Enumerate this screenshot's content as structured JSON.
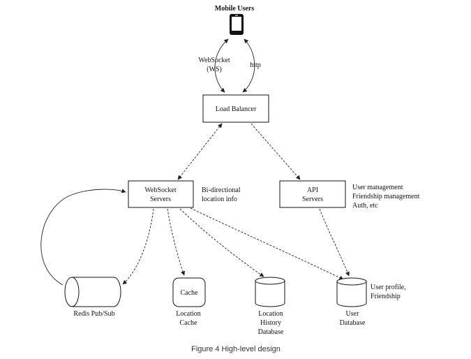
{
  "diagram": {
    "nodes": {
      "mobile_users": {
        "label": "Mobile Users"
      },
      "load_balancer": {
        "label": "Load Balancer"
      },
      "websocket_servers": {
        "line1": "WebSocket",
        "line2": "Servers"
      },
      "api_servers": {
        "line1": "API",
        "line2": "Servers"
      },
      "redis": {
        "label": "Redis Pub/Sub"
      },
      "cache": {
        "inner": "Cache",
        "line1": "Location",
        "line2": "Cache"
      },
      "location_history_db": {
        "line1": "Location",
        "line2": "History",
        "line3": "Database"
      },
      "user_db": {
        "line1": "User",
        "line2": "Database"
      }
    },
    "edges": {
      "ws_label_line1": "WebSocket",
      "ws_label_line2": "(WS)",
      "http_label": "http"
    },
    "annotations": {
      "bidirectional_line1": "Bi-directional",
      "bidirectional_line2": "location info",
      "api_line1": "User management",
      "api_line2": "Friendship management",
      "api_line3": "Auth, etc",
      "userdb_line1": "User profile,",
      "userdb_line2": "Friendship"
    },
    "caption": "Figure 4 High-level design"
  }
}
